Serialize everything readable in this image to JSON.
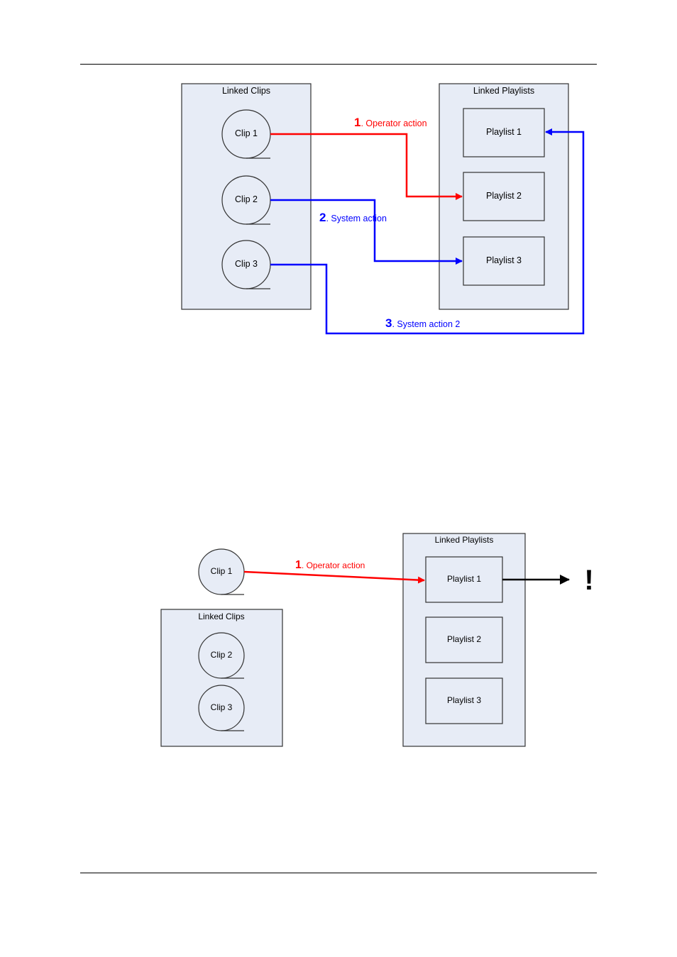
{
  "colors": {
    "container_fill": "#e7ecf6",
    "operator_action": "#ff0000",
    "system_action": "#0000ff",
    "outline": "#333333",
    "warning_arrow": "#000000"
  },
  "diagram1": {
    "linked_clips_title": "Linked Clips",
    "linked_playlists_title": "Linked Playlists",
    "clips": [
      "Clip 1",
      "Clip 2",
      "Clip 3"
    ],
    "playlists": [
      "Playlist 1",
      "Playlist 2",
      "Playlist 3"
    ],
    "actions": [
      {
        "number": "1",
        "label": ". Operator action"
      },
      {
        "number": "2",
        "label": ". System action"
      },
      {
        "number": "3",
        "label": ". System action 2"
      }
    ]
  },
  "diagram2": {
    "free_clip": "Clip 1",
    "linked_clips_title": "Linked Clips",
    "linked_clips": [
      "Clip 2",
      "Clip 3"
    ],
    "linked_playlists_title": "Linked Playlists",
    "playlists": [
      "Playlist 1",
      "Playlist 2",
      "Playlist 3"
    ],
    "action": {
      "number": "1",
      "label": ". Operator action"
    },
    "warning_symbol": "!"
  }
}
